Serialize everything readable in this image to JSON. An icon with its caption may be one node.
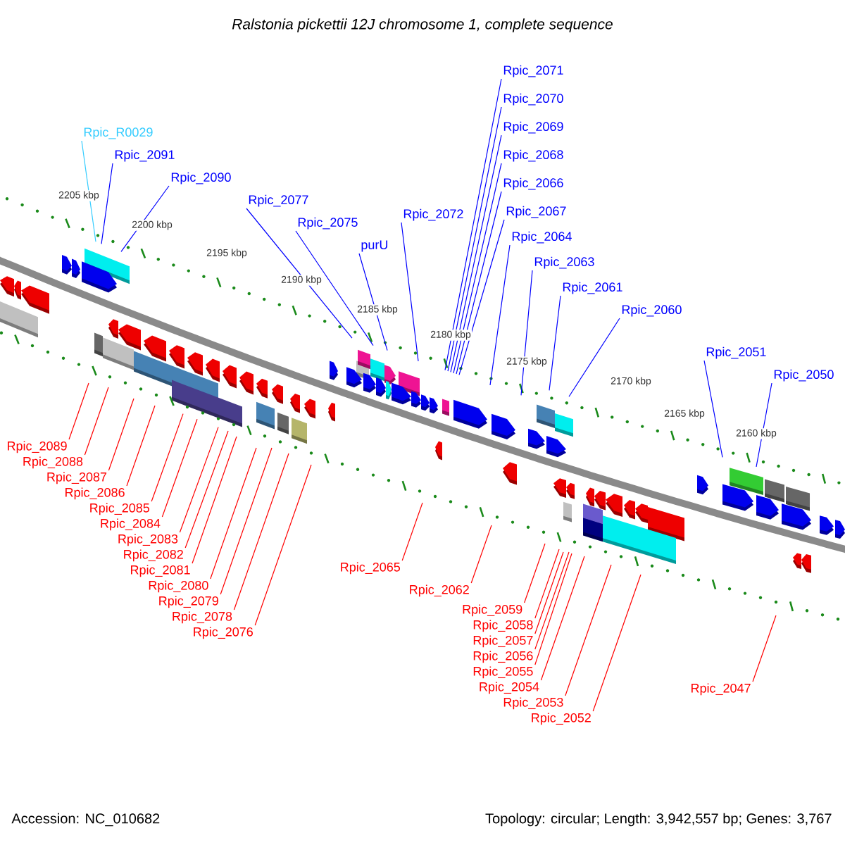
{
  "diagram": {
    "title": "Ralstonia pickettii 12J chromosome 1, complete sequence",
    "nodes": [
      {
        "text": [
          "Rpic_R0029"
        ]
      },
      {
        "text": [
          "Rpic_2091"
        ]
      },
      {
        "text": [
          "Rpic_2090"
        ]
      },
      {
        "text": [
          "Rpic_2077"
        ]
      },
      {
        "text": [
          "Rpic_2075"
        ]
      },
      {
        "text": [
          "purU"
        ]
      },
      {
        "text": [
          "Rpic_2072"
        ]
      },
      {
        "text": [
          "Rpic_2071"
        ]
      },
      {
        "text": [
          "Rpic_2070"
        ]
      },
      {
        "text": [
          "Rpic_2069"
        ]
      },
      {
        "text": [
          "Rpic_2068"
        ]
      },
      {
        "text": [
          "Rpic_2066"
        ]
      },
      {
        "text": [
          "Rpic_2067"
        ]
      },
      {
        "text": [
          "Rpic_2064"
        ]
      },
      {
        "text": [
          "Rpic_2063"
        ]
      },
      {
        "text": [
          "Rpic_2061"
        ]
      },
      {
        "text": [
          "Rpic_2060"
        ]
      },
      {
        "text": [
          "Rpic_2051"
        ]
      },
      {
        "text": [
          "Rpic_2050"
        ]
      },
      {
        "text": [
          "Rpic_2089"
        ]
      },
      {
        "text": [
          "Rpic_2088"
        ]
      },
      {
        "text": [
          "Rpic_2087"
        ]
      },
      {
        "text": [
          "Rpic_2086"
        ]
      },
      {
        "text": [
          "Rpic_2085"
        ]
      },
      {
        "text": [
          "Rpic_2084"
        ]
      },
      {
        "text": [
          "Rpic_2083"
        ]
      },
      {
        "text": [
          "Rpic_2082"
        ]
      },
      {
        "text": [
          "Rpic_2081"
        ]
      },
      {
        "text": [
          "Rpic_2080"
        ]
      },
      {
        "text": [
          "Rpic_2079"
        ]
      },
      {
        "text": [
          "Rpic_2078"
        ]
      },
      {
        "text": [
          "Rpic_2076"
        ]
      },
      {
        "text": [
          "Rpic_2065"
        ]
      },
      {
        "text": [
          "Rpic_2062"
        ]
      },
      {
        "text": [
          "Rpic_2059"
        ]
      },
      {
        "text": [
          "Rpic_2058"
        ]
      },
      {
        "text": [
          "Rpic_2057"
        ]
      },
      {
        "text": [
          "Rpic_2056"
        ]
      },
      {
        "text": [
          "Rpic_2055"
        ]
      },
      {
        "text": [
          "Rpic_2054"
        ]
      },
      {
        "text": [
          "Rpic_2053"
        ]
      },
      {
        "text": [
          "Rpic_2052"
        ]
      },
      {
        "text": [
          "Rpic_2047"
        ]
      }
    ],
    "edges": [
      {
        "from": 0,
        "to": null,
        "arrow": "none",
        "color": "#33ccff"
      },
      {
        "from": 1,
        "to": null,
        "arrow": "none",
        "color": "#0000ff"
      },
      {
        "from": 2,
        "to": null,
        "arrow": "none",
        "color": "#0000ff"
      },
      {
        "from": 3,
        "to": null,
        "arrow": "none",
        "color": "#0000ff"
      },
      {
        "from": 4,
        "to": null,
        "arrow": "none",
        "color": "#0000ff"
      },
      {
        "from": 5,
        "to": null,
        "arrow": "none",
        "color": "#0000ff"
      },
      {
        "from": 6,
        "to": null,
        "arrow": "none",
        "color": "#0000ff"
      },
      {
        "from": 7,
        "to": null,
        "arrow": "none",
        "color": "#0000ff"
      },
      {
        "from": 8,
        "to": null,
        "arrow": "none",
        "color": "#0000ff"
      },
      {
        "from": 9,
        "to": null,
        "arrow": "none",
        "color": "#0000ff"
      },
      {
        "from": 10,
        "to": null,
        "arrow": "none",
        "color": "#0000ff"
      },
      {
        "from": 11,
        "to": null,
        "arrow": "none",
        "color": "#0000ff"
      },
      {
        "from": 12,
        "to": null,
        "arrow": "none",
        "color": "#0000ff"
      },
      {
        "from": 13,
        "to": null,
        "arrow": "none",
        "color": "#0000ff"
      },
      {
        "from": 14,
        "to": null,
        "arrow": "none",
        "color": "#0000ff"
      },
      {
        "from": 15,
        "to": null,
        "arrow": "none",
        "color": "#0000ff"
      },
      {
        "from": 16,
        "to": null,
        "arrow": "none",
        "color": "#0000ff"
      },
      {
        "from": 17,
        "to": null,
        "arrow": "none",
        "color": "#0000ff"
      },
      {
        "from": 18,
        "to": null,
        "arrow": "none",
        "color": "#0000ff"
      },
      {
        "from": 19,
        "to": null,
        "arrow": "none"
      },
      {
        "from": 20,
        "to": null,
        "arrow": "none"
      },
      {
        "from": 21,
        "to": null,
        "arrow": "none"
      },
      {
        "from": 22,
        "to": null,
        "arrow": "none"
      },
      {
        "from": 23,
        "to": null,
        "arrow": "none"
      },
      {
        "from": 24,
        "to": null,
        "arrow": "none"
      },
      {
        "from": 25,
        "to": null,
        "arrow": "none"
      },
      {
        "from": 26,
        "to": null,
        "arrow": "none"
      },
      {
        "from": 27,
        "to": null,
        "arrow": "none"
      },
      {
        "from": 28,
        "to": null,
        "arrow": "none"
      },
      {
        "from": 29,
        "to": null,
        "arrow": "none"
      },
      {
        "from": 30,
        "to": null,
        "arrow": "none"
      },
      {
        "from": 31,
        "to": null,
        "arrow": "none"
      },
      {
        "from": 32,
        "to": null,
        "arrow": "none"
      },
      {
        "from": 33,
        "to": null,
        "arrow": "none"
      },
      {
        "from": 34,
        "to": null,
        "arrow": "none"
      },
      {
        "from": 35,
        "to": null,
        "arrow": "none"
      },
      {
        "from": 36,
        "to": null,
        "arrow": "none"
      },
      {
        "from": 37,
        "to": null,
        "arrow": "none"
      },
      {
        "from": 38,
        "to": null,
        "arrow": "none"
      },
      {
        "from": 39,
        "to": null,
        "arrow": "none"
      },
      {
        "from": 40,
        "to": null,
        "arrow": "none"
      },
      {
        "from": 41,
        "to": null,
        "arrow": "none"
      },
      {
        "from": 42,
        "to": null,
        "arrow": "none"
      }
    ],
    "labels": [
      "2205 kbp",
      "2200 kbp",
      "2195 kbp",
      "2190 kbp",
      "2185 kbp",
      "2180 kbp",
      "2175 kbp",
      "2170 kbp",
      "2165 kbp",
      "2160 kbp",
      "Accession: NC_010682",
      "Topology: circular; Length: 3,942,557 bp; Genes: 3,767"
    ]
  }
}
